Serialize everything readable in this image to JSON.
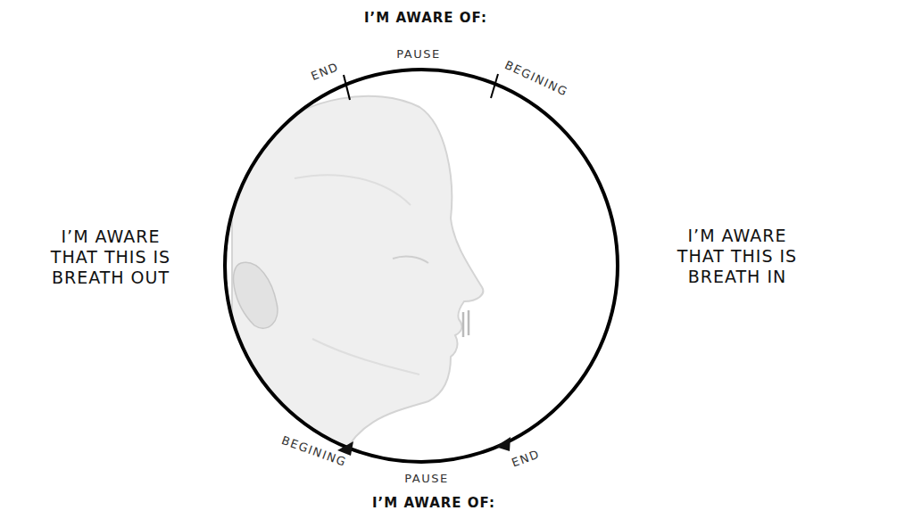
{
  "diagram": {
    "labels": [
      "I’M AWARE OF:",
      "END",
      "PAUSE",
      "BEGINING",
      "I’M AWARE THAT THIS IS BREATH OUT",
      "I’M AWARE THAT THIS IS BREATH IN",
      "BEGINING",
      "PAUSE",
      "END",
      "I’M AWARE OF:"
    ]
  }
}
